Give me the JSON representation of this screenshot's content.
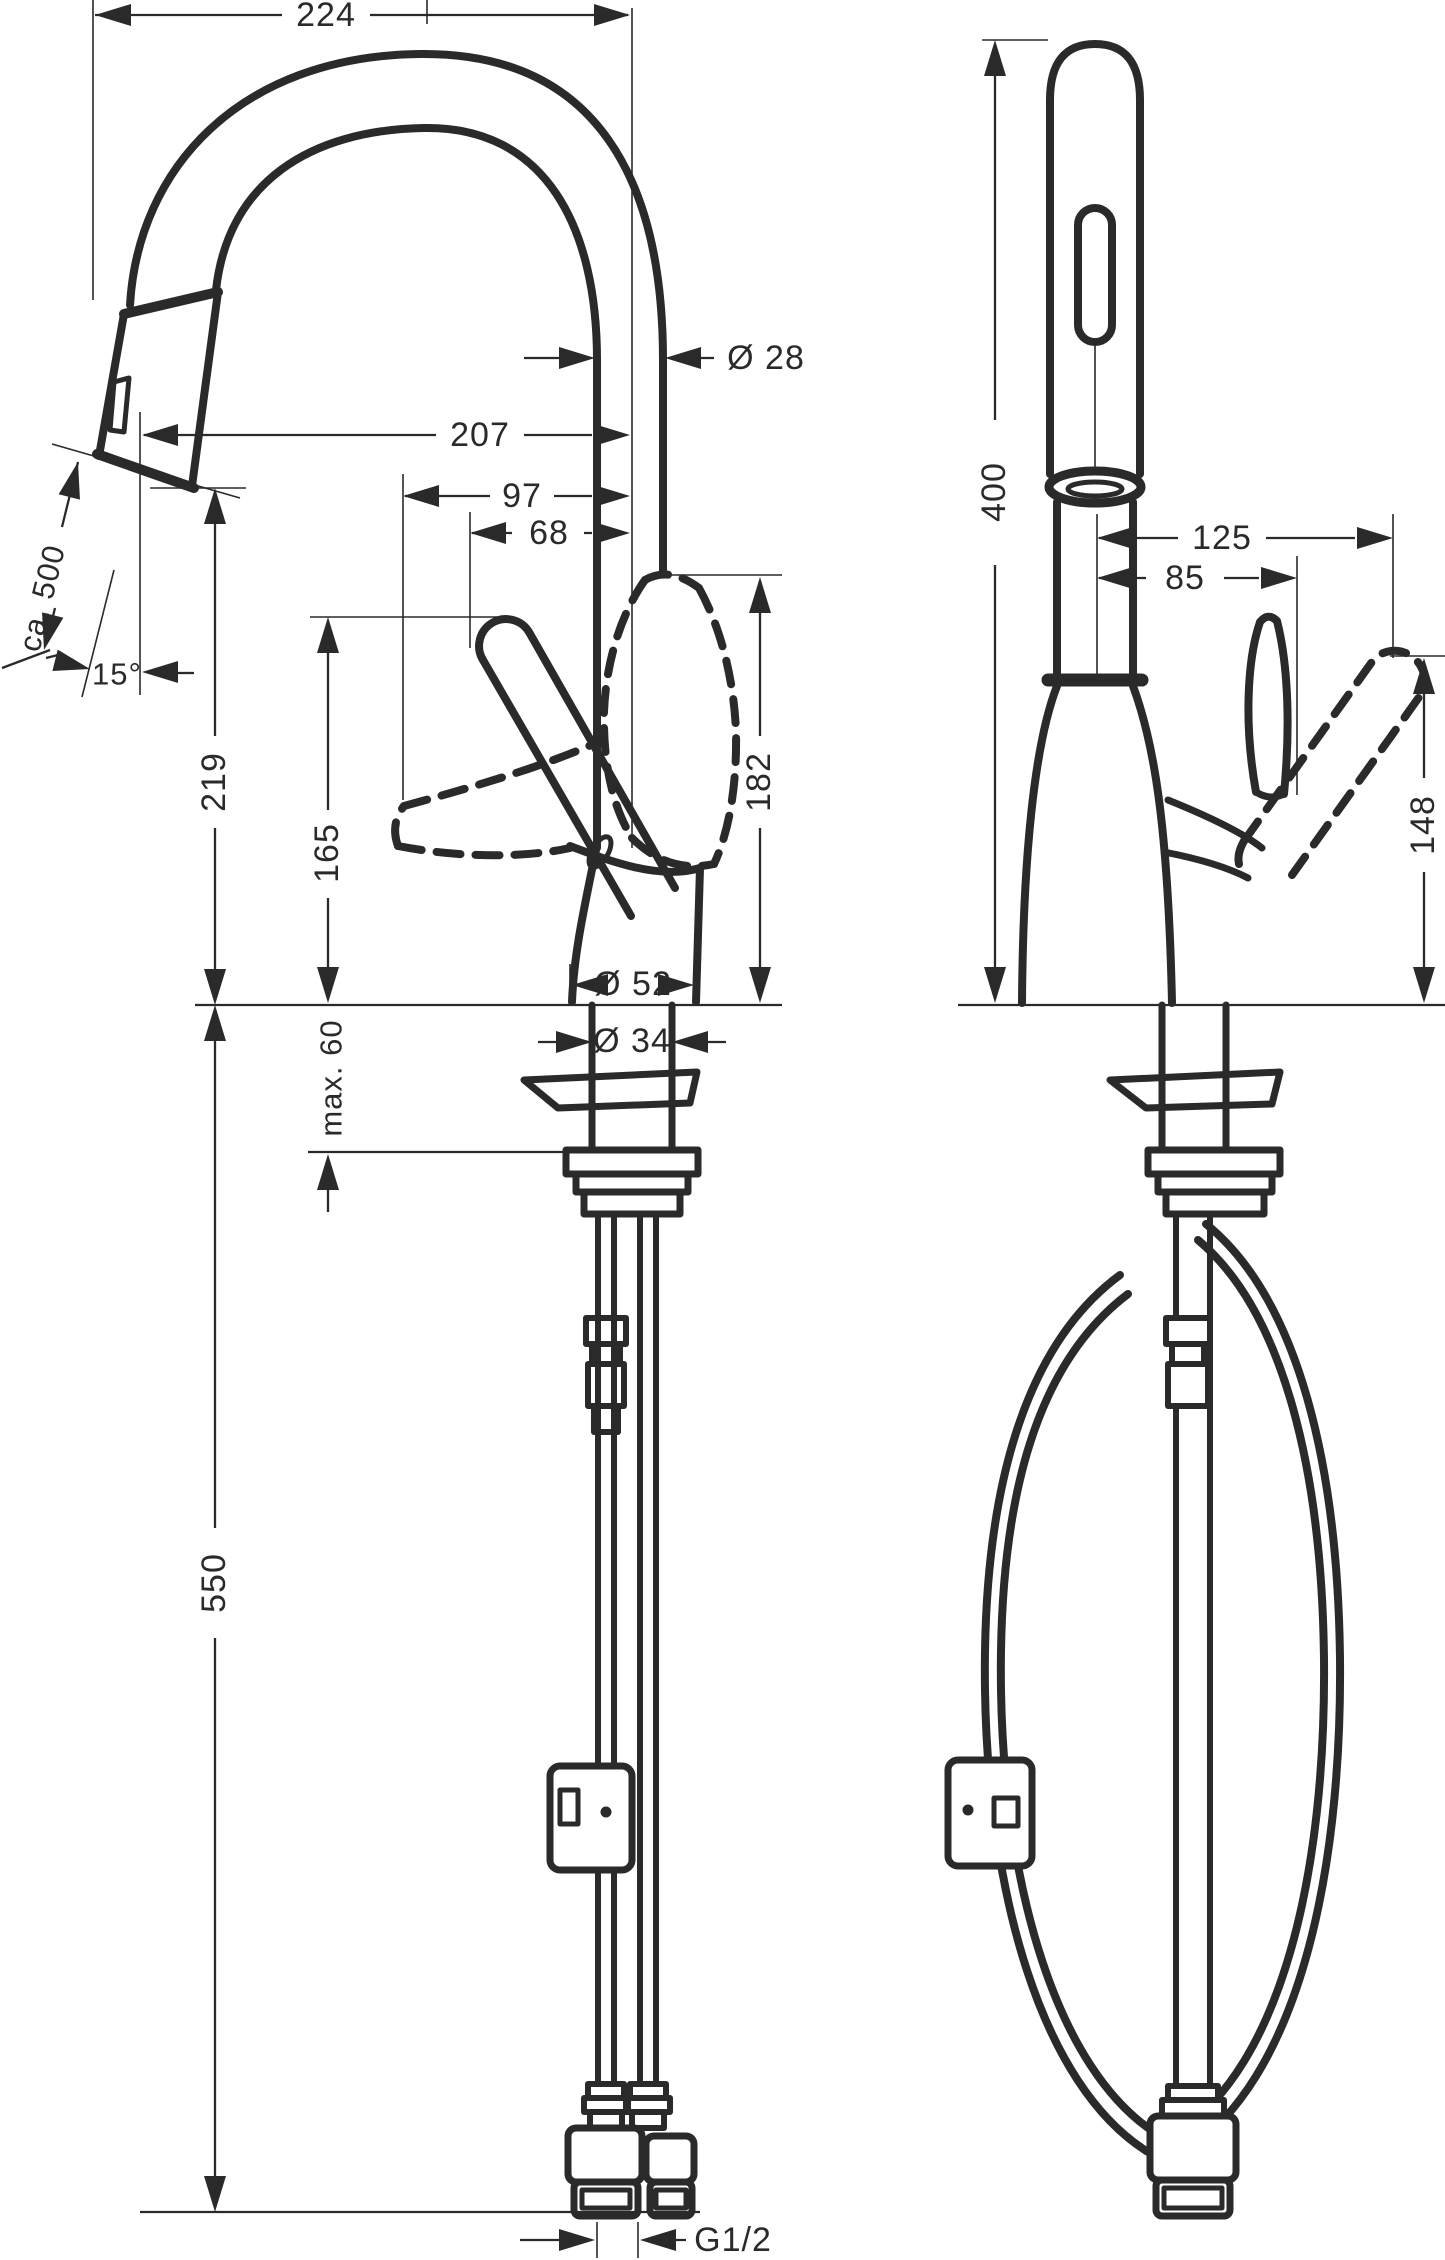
{
  "diagram": {
    "front_view": {
      "spout_width": "224",
      "spout_diameter": "Ø 28",
      "outlet_reach": "207",
      "handle_reach_max": "97",
      "handle_reach": "68",
      "hose_pullout_length": "ca. 500",
      "outlet_angle": "15°",
      "outlet_height": "219",
      "handle_height": "165",
      "handle_height_raised": "182",
      "base_diameter": "Ø 52",
      "shank_diameter": "Ø 34",
      "max_deck_thickness": "max. 60",
      "hose_length_below": "550",
      "connection_thread": "G1/2"
    },
    "side_view": {
      "height_overall": "400",
      "handle_projection_max": "125",
      "handle_projection": "85",
      "handle_height_raised": "148"
    }
  }
}
